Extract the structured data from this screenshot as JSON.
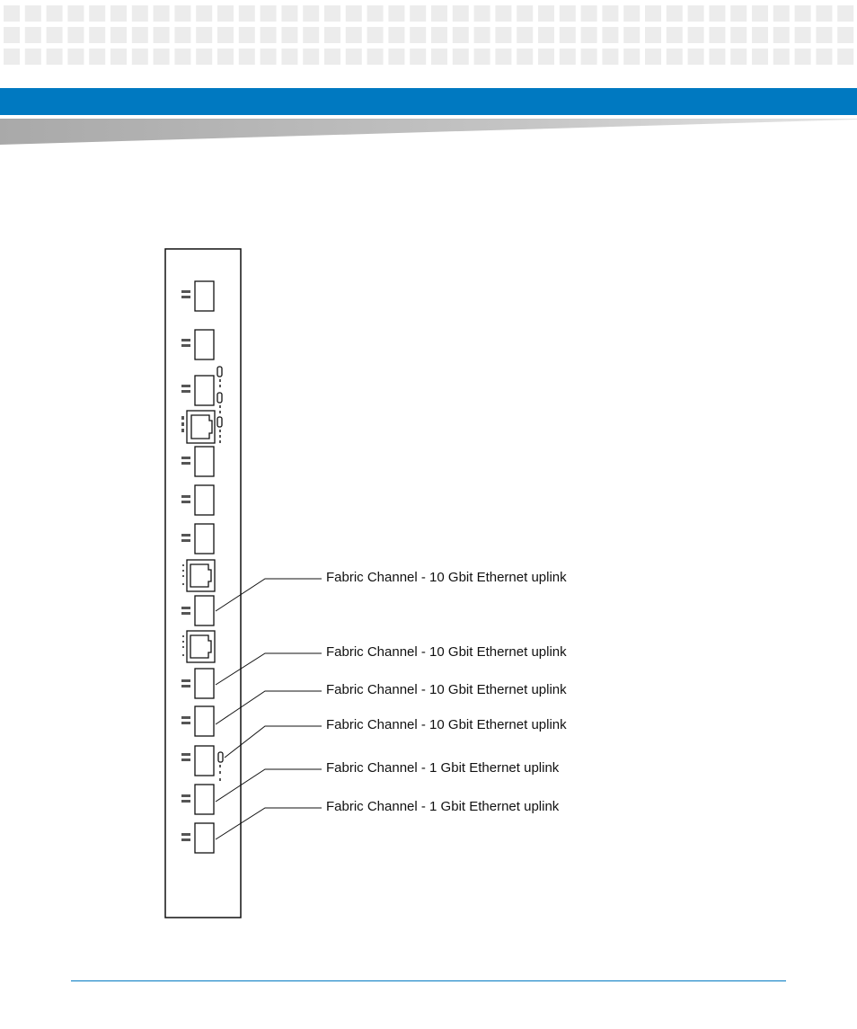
{
  "labels": [
    "Fabric Channel - 10 Gbit Ethernet uplink",
    "Fabric Channel - 10 Gbit Ethernet uplink",
    "Fabric Channel - 10 Gbit Ethernet uplink",
    "Fabric Channel - 10 Gbit Ethernet uplink",
    "Fabric Channel - 1 Gbit Ethernet uplink",
    "Fabric Channel - 1 Gbit Ethernet uplink"
  ],
  "colors": {
    "header_blue": "#0079c1",
    "grid_square": "#ececec",
    "grey_band": "#b3b3b3",
    "line": "#111111"
  }
}
